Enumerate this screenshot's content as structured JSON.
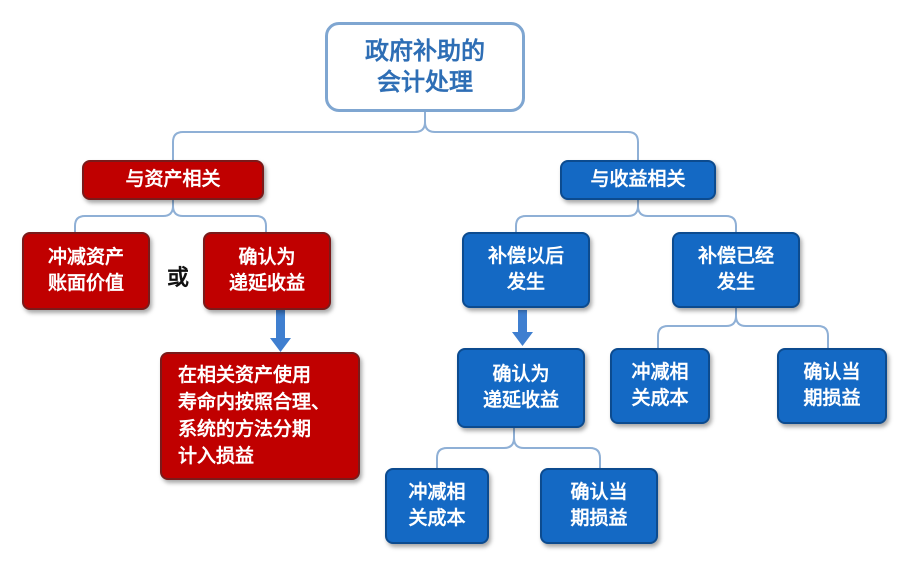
{
  "diagram": {
    "root": "政府补助的\n会计处理",
    "asset_related": {
      "label": "与资产相关",
      "option_a": "冲减资产\n账面价值",
      "or": "或",
      "option_b": "确认为\n递延收益",
      "option_b_detail": "在相关资产使用\n寿命内按照合理、\n系统的方法分期\n计入损益"
    },
    "income_related": {
      "label": "与收益相关",
      "later": {
        "label": "补偿以后\n发生",
        "deferred": "确认为\n递延收益",
        "reduce_cost": "冲减相\n关成本",
        "current_pl": "确认当\n期损益"
      },
      "incurred": {
        "label": "补偿已经\n发生",
        "reduce_cost": "冲减相\n关成本",
        "current_pl": "确认当\n期损益"
      }
    },
    "colors": {
      "asset": "#c00000",
      "income": "#1469c4",
      "root_text": "#2e6eb5",
      "connector": "#8fb0d6"
    }
  }
}
